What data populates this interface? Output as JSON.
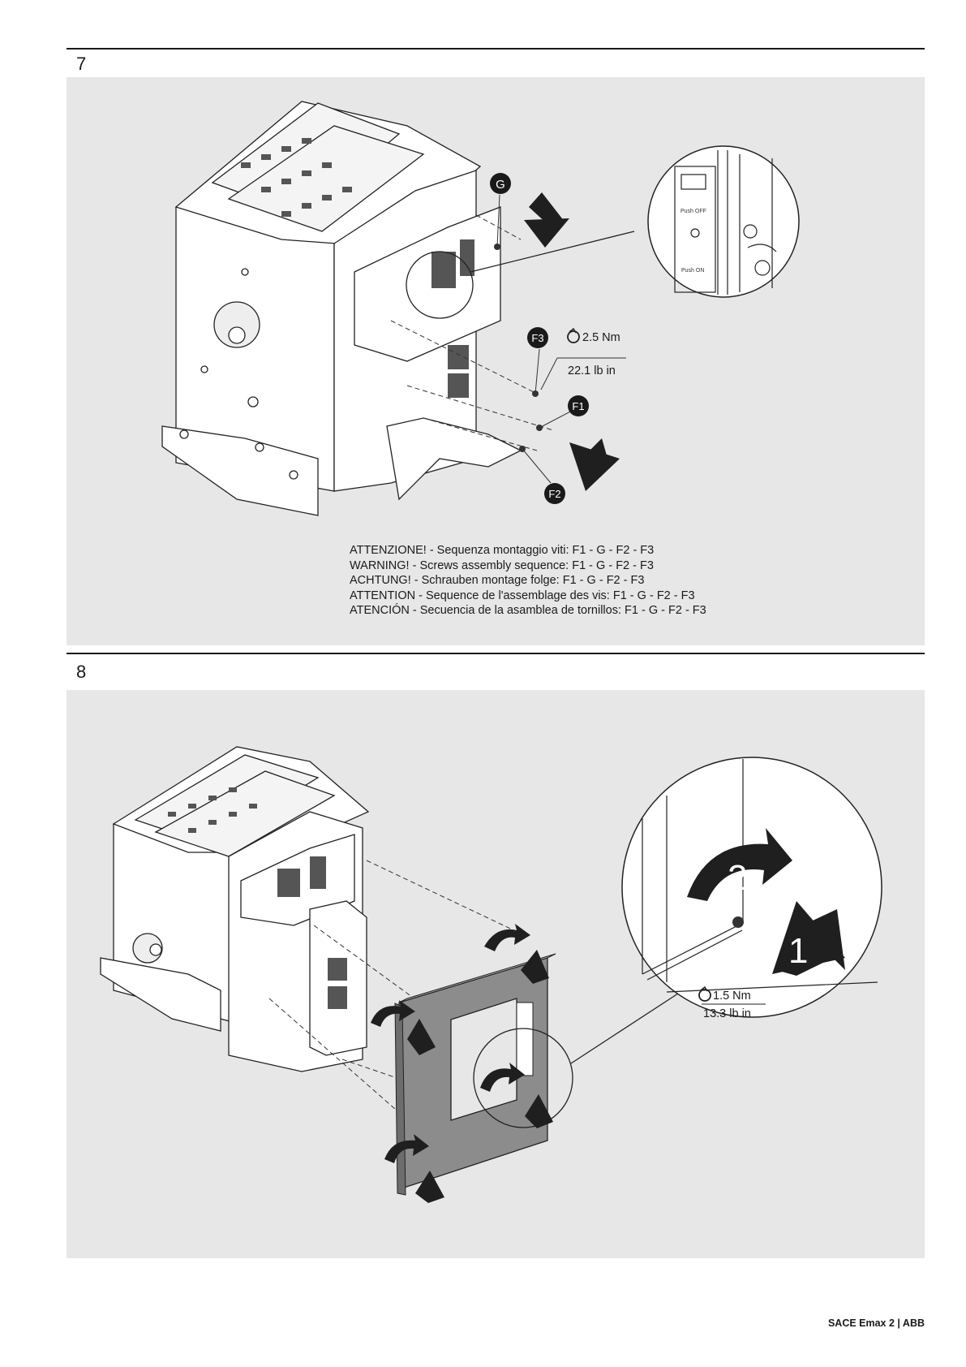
{
  "step7": {
    "number": "7",
    "labels": {
      "g": "G",
      "f1": "F1",
      "f2": "F2",
      "f3": "F3"
    },
    "torque": {
      "nm": "2.5 Nm",
      "lbin": "22.1 lb in"
    },
    "zoom_labels": {
      "push_off": "Push OFF",
      "push_on": "Push ON"
    },
    "warnings": [
      "ATTENZIONE! - Sequenza montaggio viti: F1 - G - F2 - F3",
      "WARNING! - Screws assembly sequence: F1 - G - F2 - F3",
      "ACHTUNG! - Schrauben montage folge: F1 - G - F2 - F3",
      "ATTENTION - Sequence de l'assemblage des vis: F1 - G - F2 - F3",
      "ATENCIÓN - Secuencia de la asamblea de tornillos: F1 - G - F2 - F3"
    ]
  },
  "step8": {
    "number": "8",
    "torque": {
      "nm": "1.5 Nm",
      "lbin": "13.3 lb in"
    },
    "seq": {
      "first": "1",
      "second": "2"
    }
  },
  "footer": "SACE Emax 2 | ABB"
}
